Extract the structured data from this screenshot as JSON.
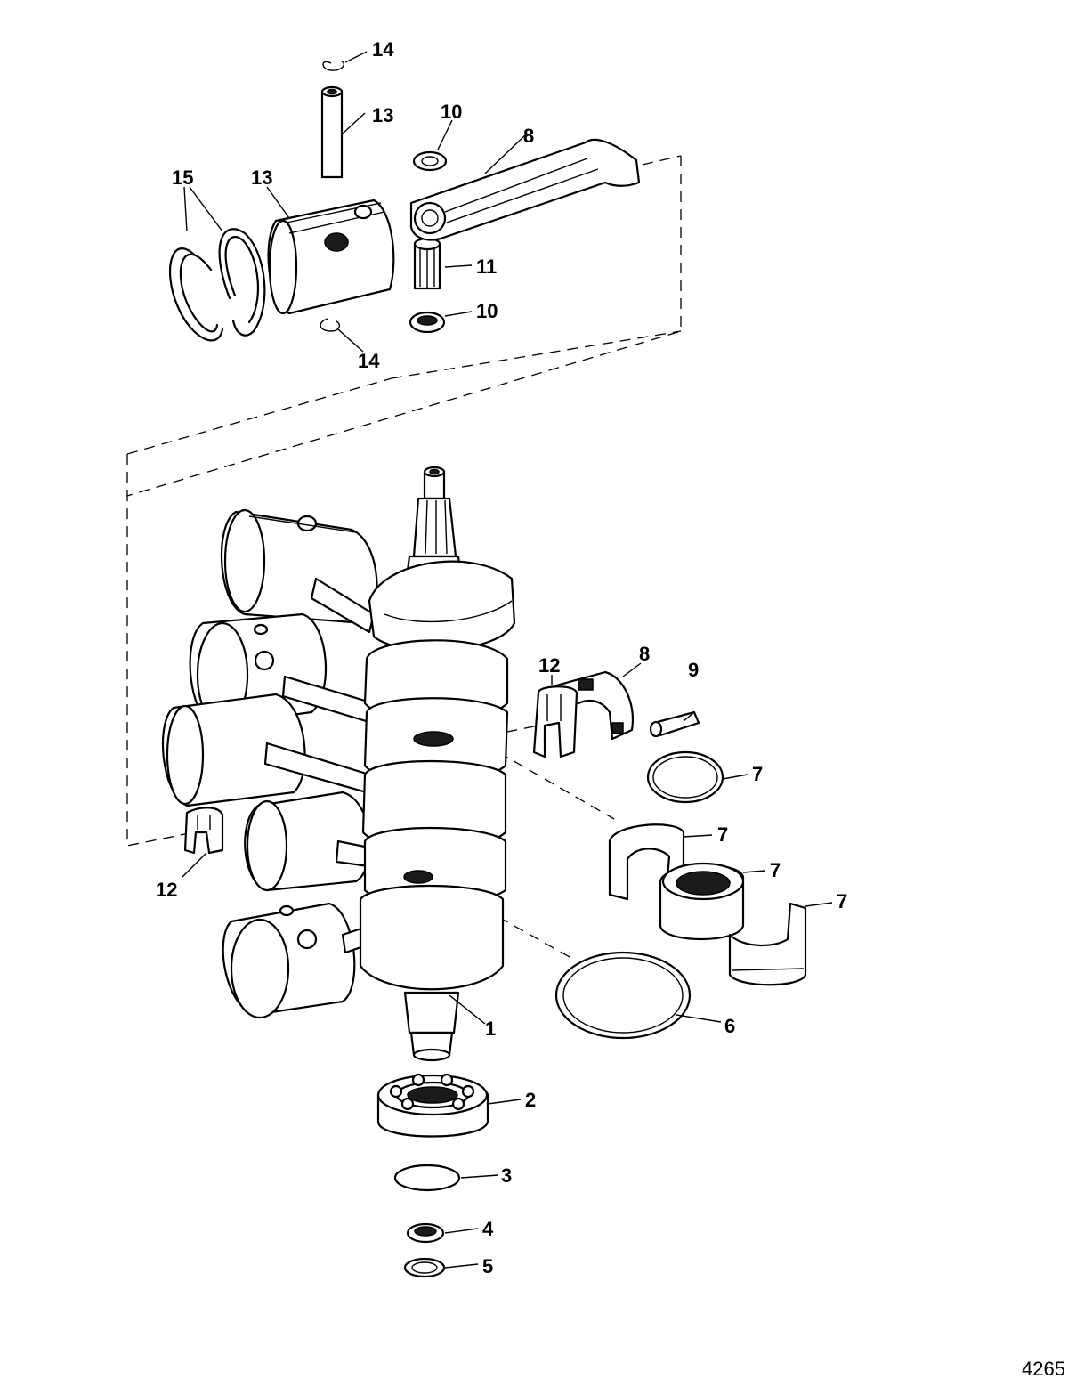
{
  "callouts": {
    "c1": "1",
    "c2": "2",
    "c3": "3",
    "c4": "4",
    "c5": "5",
    "c6": "6",
    "c7a": "7",
    "c7b": "7",
    "c7c": "7",
    "c7d": "7",
    "c8a": "8",
    "c8b": "8",
    "c9": "9",
    "c10a": "10",
    "c10b": "10",
    "c11": "11",
    "c12a": "12",
    "c12b": "12",
    "c13a": "13",
    "c13b": "13",
    "c14a": "14",
    "c14b": "14",
    "c15": "15"
  },
  "figure_number": "4265"
}
